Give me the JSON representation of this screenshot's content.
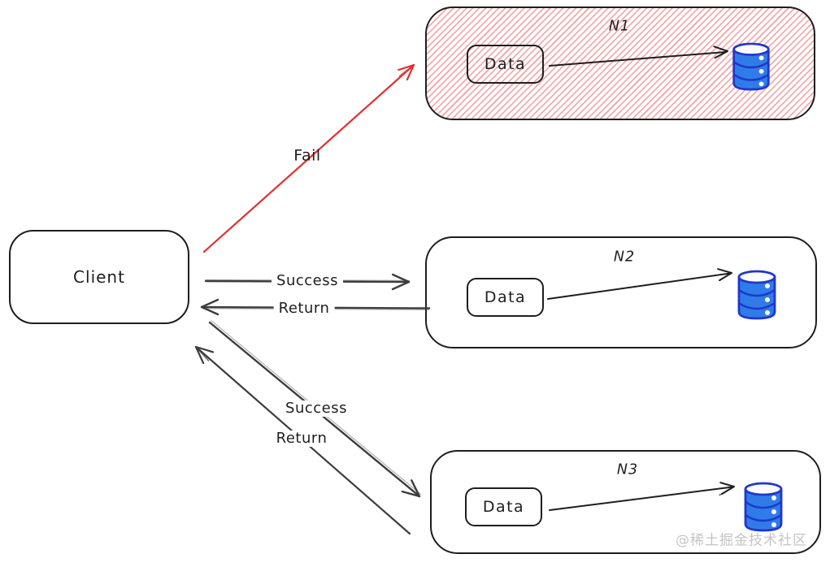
{
  "diagram": {
    "client": {
      "label": "Client"
    },
    "nodes": [
      {
        "name": "N1",
        "data_label": "Data",
        "status": "fail"
      },
      {
        "name": "N2",
        "data_label": "Data",
        "status": "success"
      },
      {
        "name": "N3",
        "data_label": "Data",
        "status": "success"
      }
    ],
    "edges": {
      "fail_label": "Fail",
      "n2_success_label": "Success",
      "n2_return_label": "Return",
      "n3_success_label": "Success",
      "n3_return_label": "Return"
    },
    "watermark": "@稀土掘金技术社区",
    "colors": {
      "stroke_black": "#1e1e1e",
      "edge_gray": "#3d3d3d",
      "fail_red": "#e03131",
      "hatch_red": "#e03131",
      "db_fill": "#2f7ce8",
      "db_stroke": "#2136cd",
      "watermark_gray": "#c4c4c4"
    }
  }
}
